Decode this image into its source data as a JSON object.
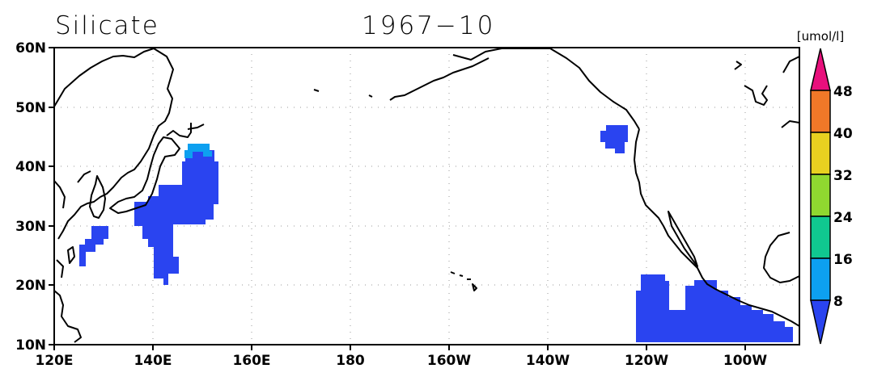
{
  "title": {
    "variable": "Silicate",
    "date": "1967−10"
  },
  "colorbar": {
    "unit": "[umol/l]",
    "levels": [
      "8",
      "16",
      "24",
      "32",
      "40",
      "48"
    ],
    "colors": [
      "#2a44f0",
      "#0da0f0",
      "#10c890",
      "#90d830",
      "#e8d020",
      "#f07828",
      "#e8107c"
    ]
  },
  "map": {
    "lat_range": [
      10,
      60
    ],
    "lon_range_deg_east": [
      120,
      271
    ],
    "y_ticks": [
      "60N",
      "50N",
      "40N",
      "30N",
      "20N",
      "10N"
    ],
    "x_ticks": [
      "120E",
      "140E",
      "160E",
      "180",
      "160W",
      "140W",
      "120W",
      "100W"
    ],
    "grid": "dotted",
    "background": "#ffffff",
    "coast_color": "#000000"
  },
  "data_regions": [
    {
      "region": "East of Japan",
      "value_class": "below 8",
      "color": "#2a44f0"
    },
    {
      "region": "Off northern Japan (~43N)",
      "value_class": "8-16",
      "color": "#0da0f0"
    },
    {
      "region": "Southeast of Taiwan (~25-30N)",
      "value_class": "below 8",
      "color": "#2a44f0"
    },
    {
      "region": "Off Oregon/Washington (~44N 127W)",
      "value_class": "below 8",
      "color": "#2a44f0"
    },
    {
      "region": "Off Mexico (~10-22N 120-95W)",
      "value_class": "below 8",
      "color": "#2a44f0"
    }
  ]
}
